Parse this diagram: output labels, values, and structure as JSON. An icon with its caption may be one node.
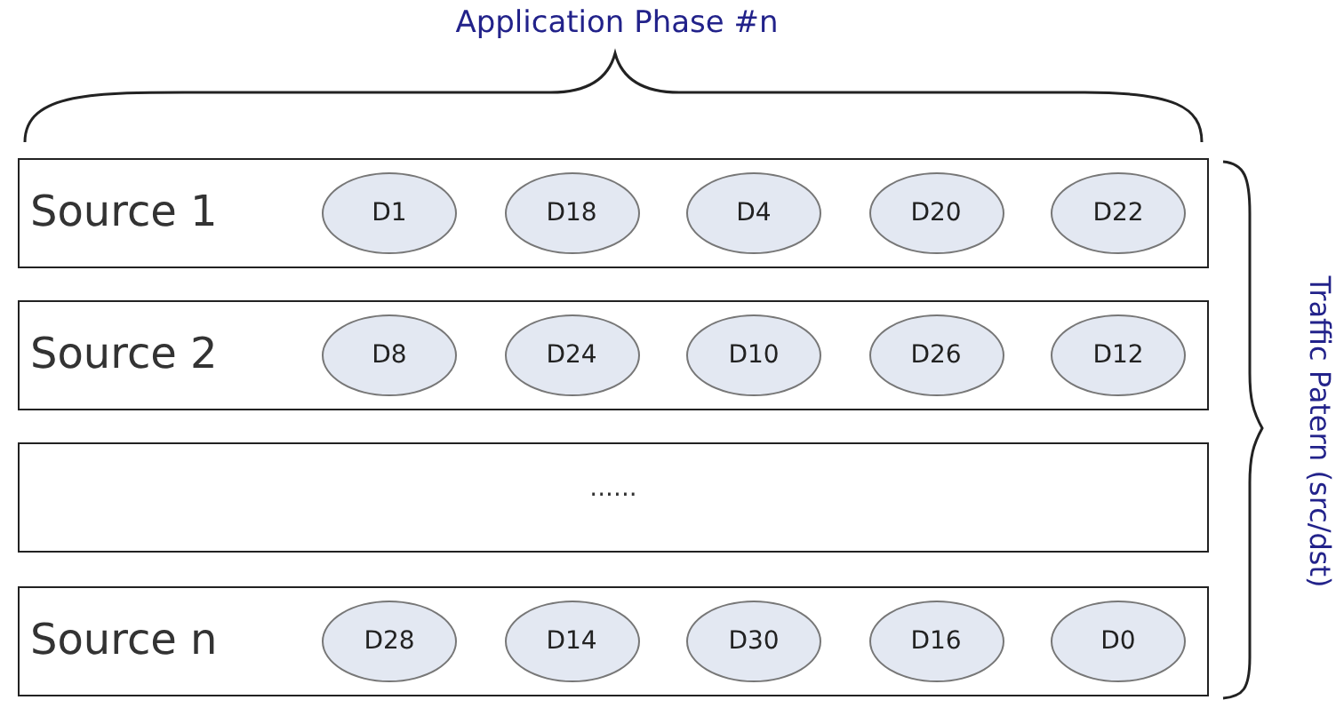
{
  "diagram": {
    "title": "Application Phase #n",
    "nodes": [
      {
        "text": [
          "Source 1"
        ]
      },
      {
        "text": [
          "D1"
        ],
        "in": 0
      },
      {
        "text": [
          "D18"
        ],
        "in": 0
      },
      {
        "text": [
          "D4"
        ],
        "in": 0
      },
      {
        "text": [
          "D20"
        ],
        "in": 0
      },
      {
        "text": [
          "D22"
        ],
        "in": 0
      },
      {
        "text": [
          "Source 2"
        ]
      },
      {
        "text": [
          "D8"
        ],
        "in": 6
      },
      {
        "text": [
          "D24"
        ],
        "in": 6
      },
      {
        "text": [
          "D10"
        ],
        "in": 6
      },
      {
        "text": [
          "D26"
        ],
        "in": 6
      },
      {
        "text": [
          "D12"
        ],
        "in": 6
      },
      {
        "text": [
          "......"
        ]
      },
      {
        "text": [
          "Source n"
        ]
      },
      {
        "text": [
          "D28"
        ],
        "in": 13
      },
      {
        "text": [
          "D14"
        ],
        "in": 13
      },
      {
        "text": [
          "D30"
        ],
        "in": 13
      },
      {
        "text": [
          "D16"
        ],
        "in": 13
      },
      {
        "text": [
          "D0"
        ],
        "in": 13
      }
    ],
    "labels": [
      "Traffic Patern (src/dst)"
    ]
  }
}
